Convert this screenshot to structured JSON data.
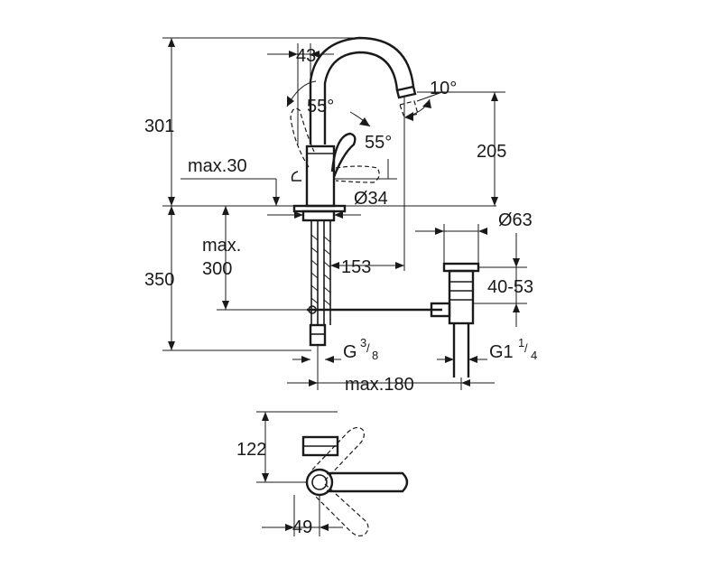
{
  "dimensions": {
    "height_total": "301",
    "spout_reach_top": "43",
    "spout_angle": "10°",
    "lever_angle_left": "55°",
    "lever_angle_right": "55°",
    "spout_height": "205",
    "deck_thickness_label": "max.30",
    "hole_diameter": "Ø34",
    "waste_diameter": "Ø63",
    "below_deck_line1": "max.",
    "below_deck_line2": "300",
    "below_deck_total": "350",
    "spout_projection": "153",
    "waste_height": "40-53",
    "inlet_thread_prefix": "G ",
    "inlet_thread_num": "3",
    "inlet_thread_den": "8",
    "waste_thread_prefix": "G1 ",
    "waste_thread_num": "1",
    "waste_thread_den": "4",
    "rod_length": "max.180",
    "plan_depth": "122",
    "plan_width": "49"
  }
}
